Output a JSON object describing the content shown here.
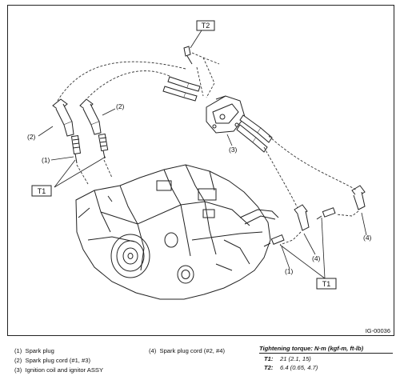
{
  "diagram": {
    "figure_code": "IG-00036",
    "callouts": {
      "c1_left": "(1)",
      "c2_left": "(2)",
      "c2_upper": "(2)",
      "c3": "(3)",
      "c4_right": "(4)",
      "c4_lower": "(4)",
      "c1_lower": "(1)"
    },
    "torque_boxes": {
      "t1_left": "T1",
      "t1_right": "T1",
      "t2_top": "T2"
    }
  },
  "legend": {
    "items": [
      {
        "num": "(1)",
        "text": "Spark plug"
      },
      {
        "num": "(2)",
        "text": "Spark plug cord (#1, #3)"
      },
      {
        "num": "(3)",
        "text": "Ignition coil and ignitor ASSY"
      },
      {
        "num": "(4)",
        "text": "Spark plug cord (#2, #4)"
      }
    ]
  },
  "torque": {
    "title": "Tightening torque: N·m (kgf-m, ft-lb)",
    "rows": [
      {
        "key": "T1:",
        "value": "21 (2.1, 15)"
      },
      {
        "key": "T2:",
        "value": "6.4 (0.65, 4.7)"
      }
    ]
  }
}
